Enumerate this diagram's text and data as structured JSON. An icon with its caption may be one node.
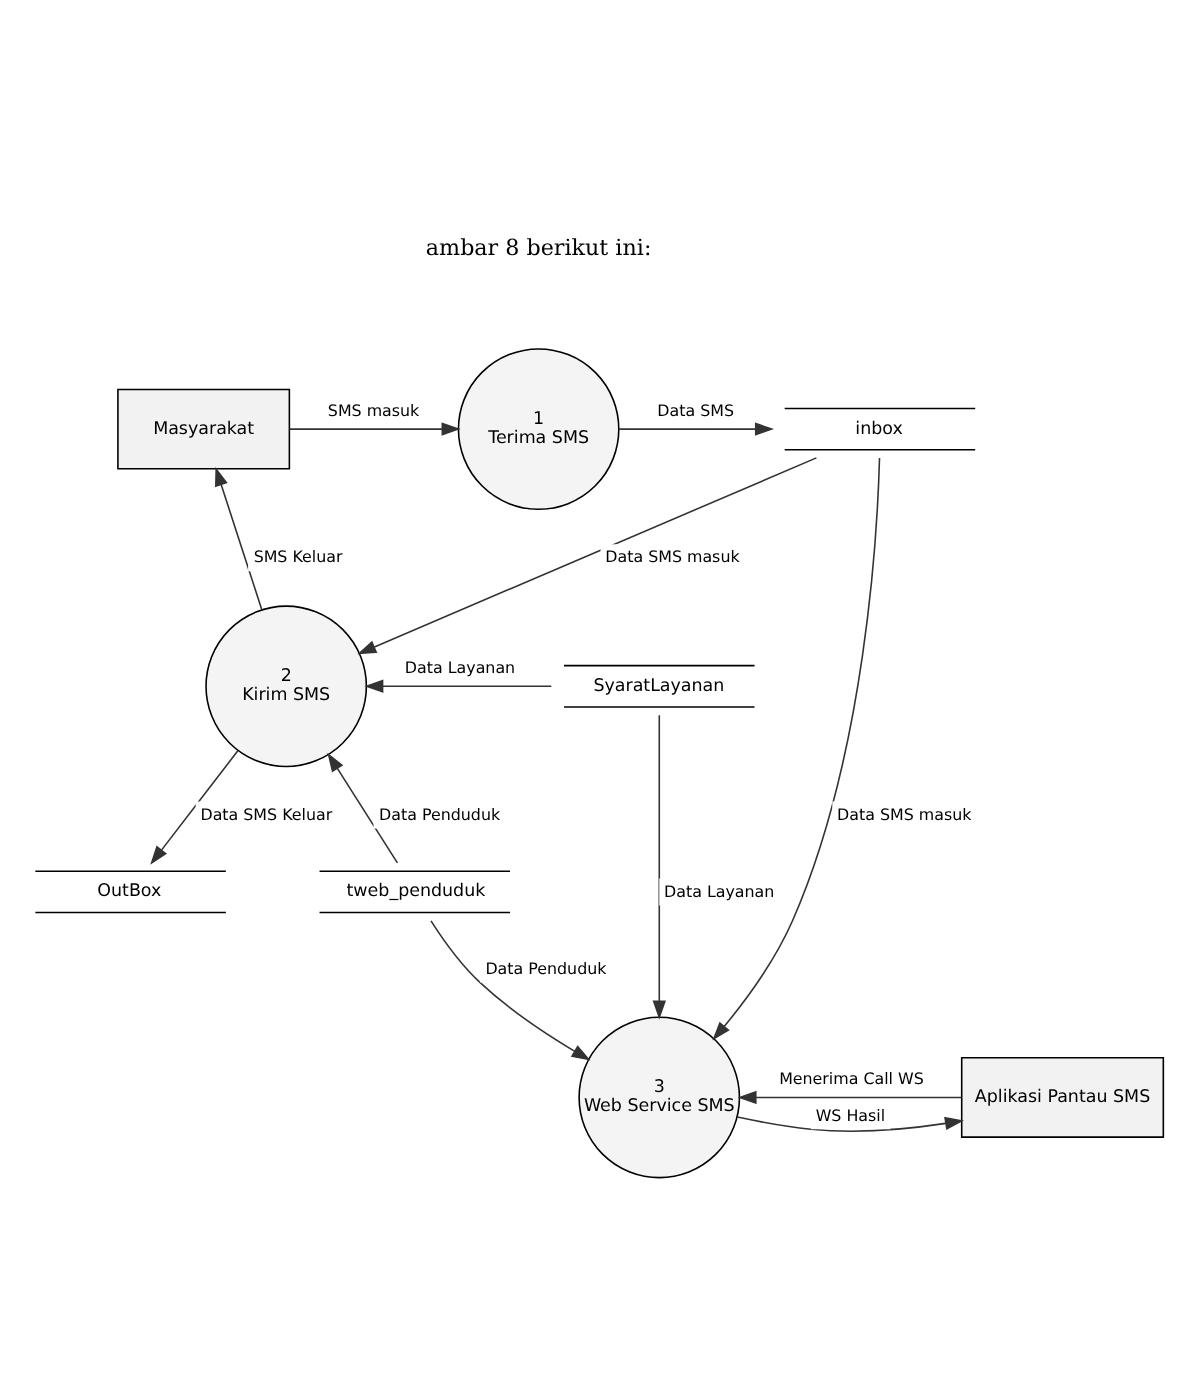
{
  "diagram": {
    "nodes": [
      {
        "text": [
          "Masyarakat"
        ]
      },
      {
        "text": [
          "1",
          "Terima SMS"
        ]
      },
      {
        "text": [
          "inbox"
        ]
      },
      {
        "text": [
          "2",
          "Kirim SMS"
        ]
      },
      {
        "text": [
          "SyaratLayanan"
        ]
      },
      {
        "text": [
          "OutBox"
        ]
      },
      {
        "text": [
          "tweb_penduduk"
        ]
      },
      {
        "text": [
          "Aplikasi Pantau SMS"
        ]
      },
      {
        "text": [
          "3",
          "Web Service SMS"
        ]
      }
    ],
    "edges": [
      {
        "from": 0,
        "to": 1,
        "arrow": "to",
        "label": "SMS masuk"
      },
      {
        "from": 1,
        "to": 2,
        "arrow": "to",
        "label": "Data SMS"
      },
      {
        "from": 2,
        "to": 3,
        "arrow": "to",
        "label": "Data SMS masuk"
      },
      {
        "from": 3,
        "to": 0,
        "arrow": "to",
        "label": "SMS Keluar"
      },
      {
        "from": 4,
        "to": 3,
        "arrow": "to",
        "label": "Data Layanan"
      },
      {
        "from": 3,
        "to": 5,
        "arrow": "to",
        "label": "Data SMS Keluar"
      },
      {
        "from": 6,
        "to": 3,
        "arrow": "to",
        "label": "Data Penduduk"
      },
      {
        "from": 6,
        "to": 8,
        "arrow": "to",
        "label": "Data Penduduk"
      },
      {
        "from": 7,
        "to": 8,
        "arrow": "to",
        "label": "Menerima Call WS"
      },
      {
        "from": 8,
        "to": 7,
        "arrow": "to",
        "label": "WS Hasil"
      },
      {
        "from": 4,
        "to": 8,
        "arrow": "to",
        "label": "Data Layanan"
      },
      {
        "from": 2,
        "to": 8,
        "arrow": "to",
        "label": "Data SMS masuk"
      }
    ],
    "labels": [
      "ambar 8 berikut ini:"
    ]
  }
}
